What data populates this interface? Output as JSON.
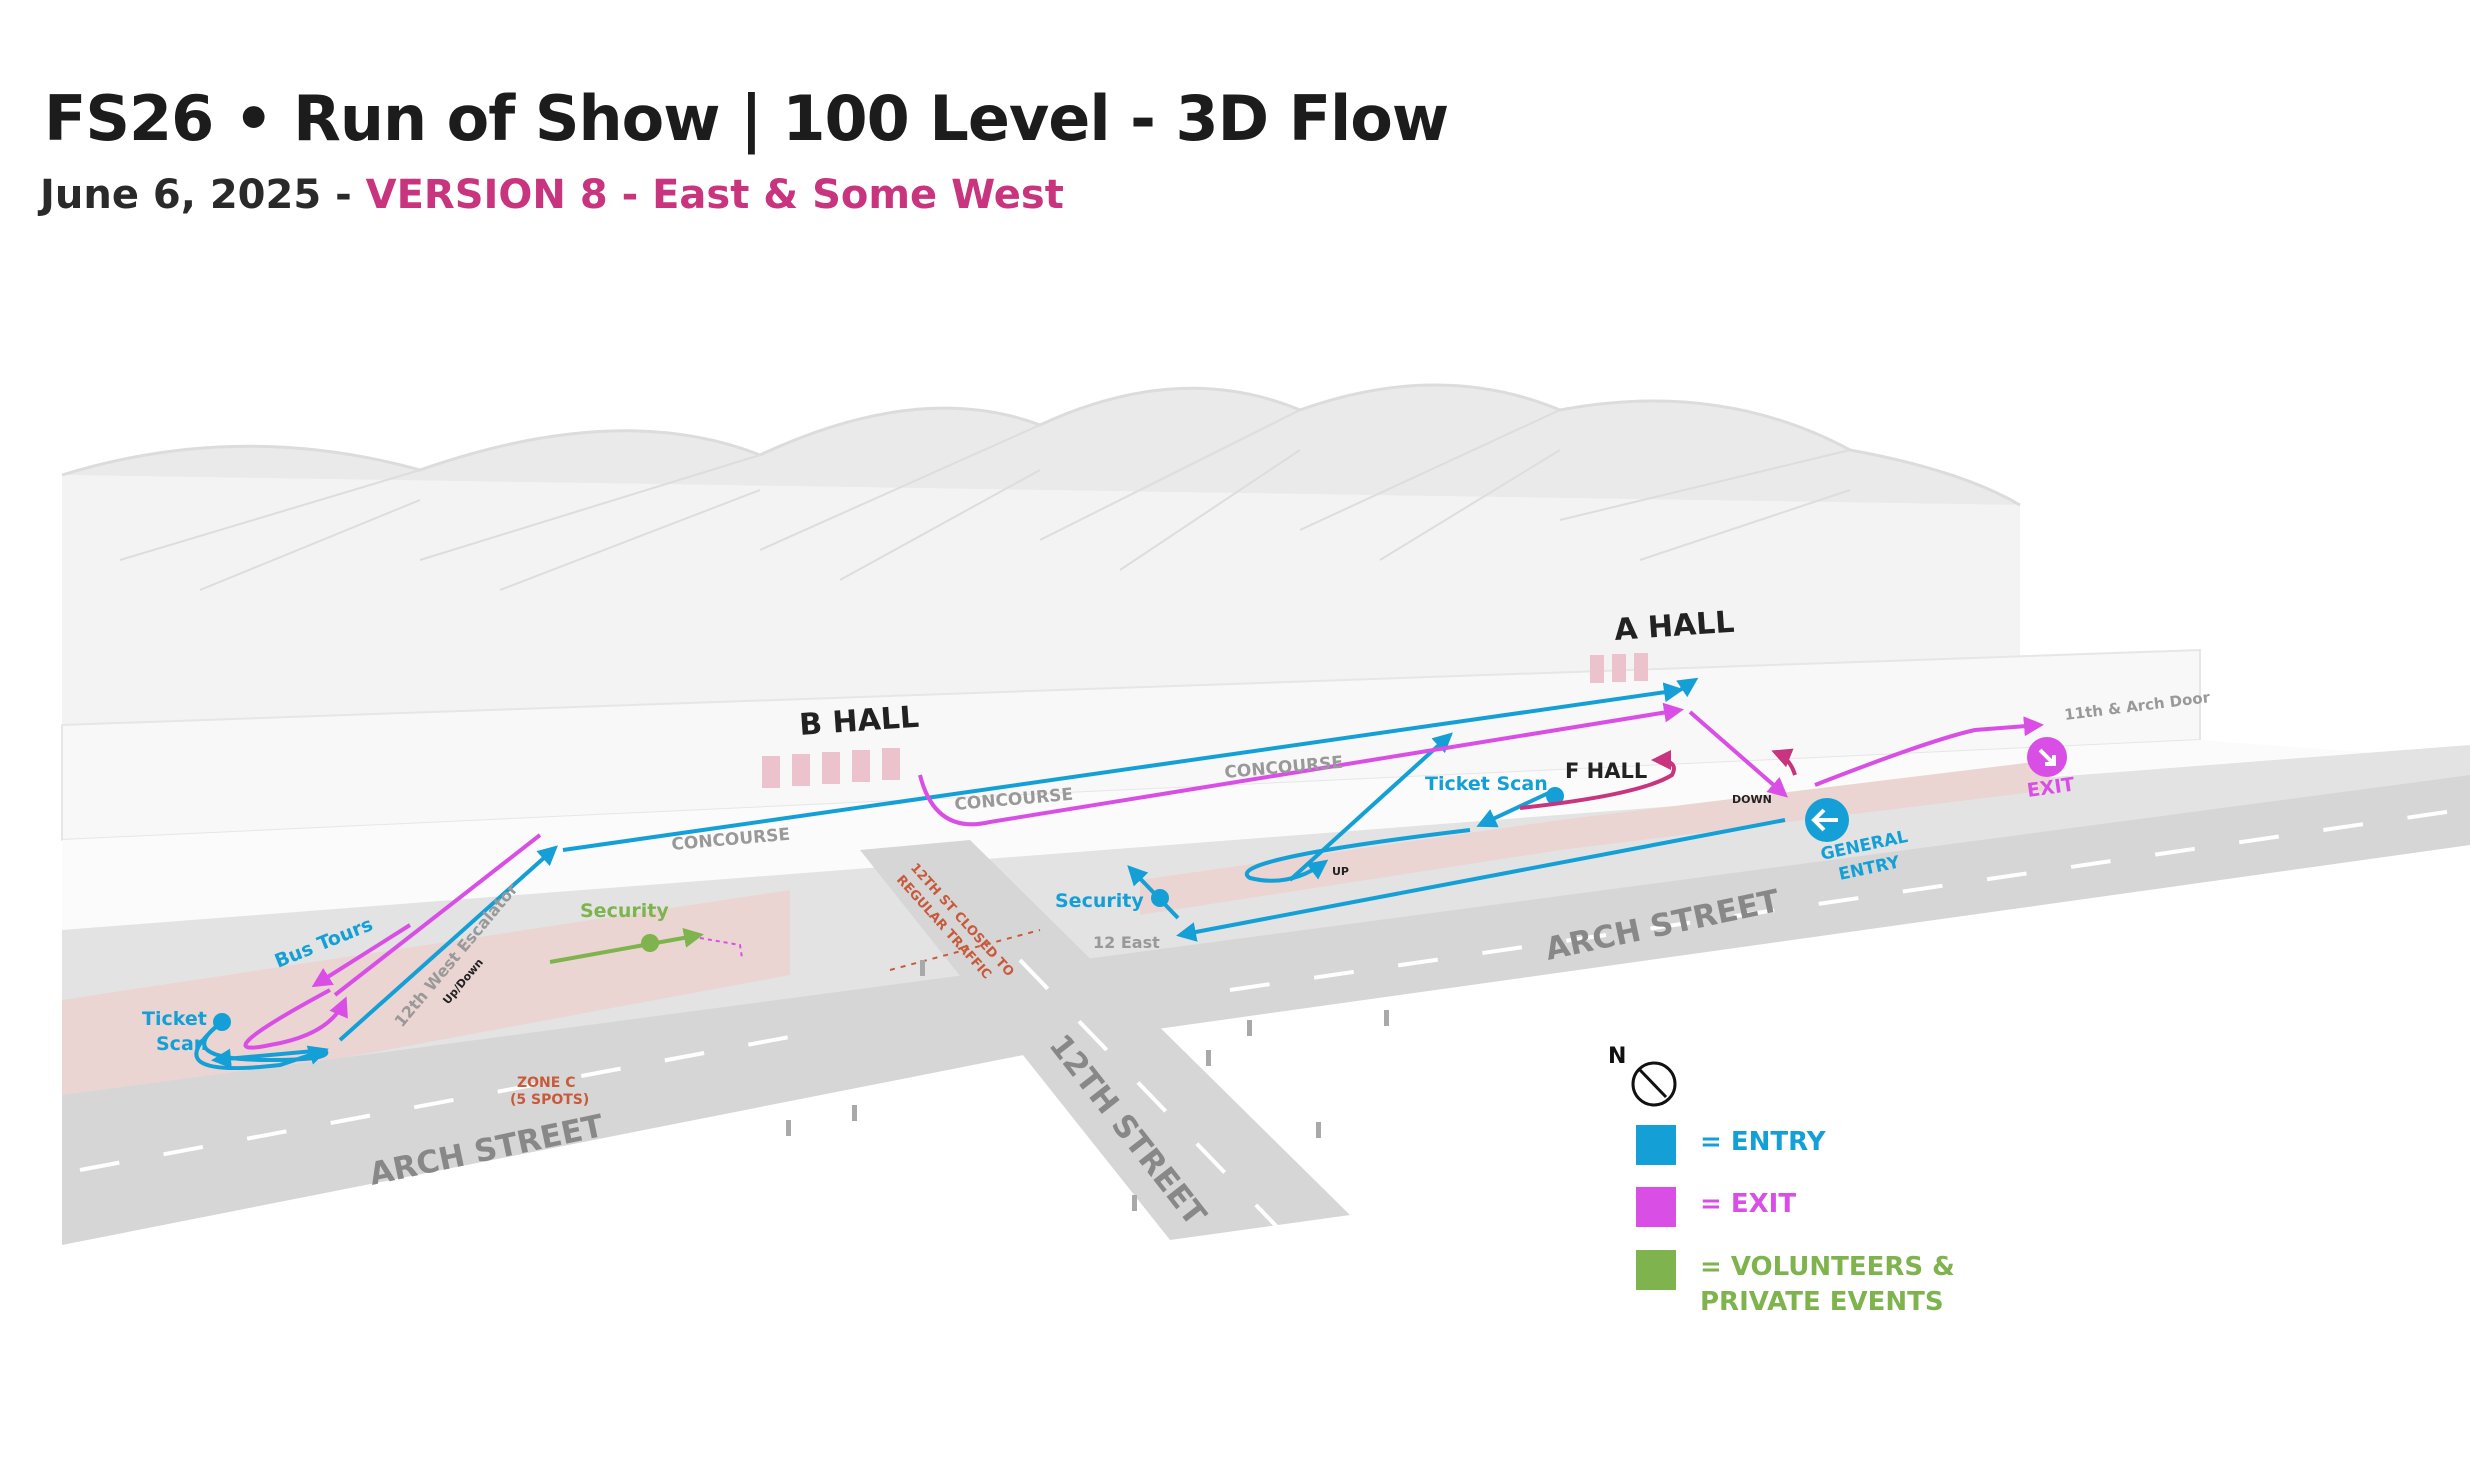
{
  "header": {
    "title": "FS26 • Run of Show | 100 Level - 3D Flow",
    "date": "June 6, 2025 -",
    "version": "VERSION 8 - East & Some West"
  },
  "colors": {
    "entry": "#14a0d6",
    "exit": "#d94fe6",
    "volunteers": "#7fb34d",
    "red_label": "#c85a3c",
    "accent": "#c8347e"
  },
  "halls": {
    "b_hall": "B HALL",
    "a_hall": "A HALL",
    "f_hall": "F HALL"
  },
  "concourse": [
    "CONCOURSE",
    "CONCOURSE",
    "CONCOURSE"
  ],
  "streets": {
    "arch_street_east": "ARCH STREET",
    "arch_street_west": "ARCH STREET",
    "twelfth_street": "12TH STREET",
    "twelfth_closed_line1": "12TH ST CLOSED TO",
    "twelfth_closed_line2": "REGULAR TRAFFIC"
  },
  "labels": {
    "bus_tours": "Bus Tours",
    "ticket_scan_west_1": "Ticket",
    "ticket_scan_west_2": "Scan",
    "escalator": "12th West Escalator",
    "escalator_dir": "Up/Down",
    "security_green": "Security",
    "security_blue": "Security",
    "twelve_east": "12 East",
    "ticket_scan_east": "Ticket Scan",
    "up": "UP",
    "down": "DOWN",
    "general_entry_1": "GENERAL",
    "general_entry_2": "ENTRY",
    "exit": "EXIT",
    "door": "11th & Arch Door",
    "zone_c_1": "ZONE C",
    "zone_c_2": "(5 SPOTS)",
    "compass": "N"
  },
  "legend": [
    {
      "label": "= ENTRY",
      "color": "#14a0d6"
    },
    {
      "label": "= EXIT",
      "color": "#d94fe6"
    },
    {
      "label": "= VOLUNTEERS &",
      "label2": "PRIVATE EVENTS",
      "color": "#7fb34d"
    }
  ]
}
